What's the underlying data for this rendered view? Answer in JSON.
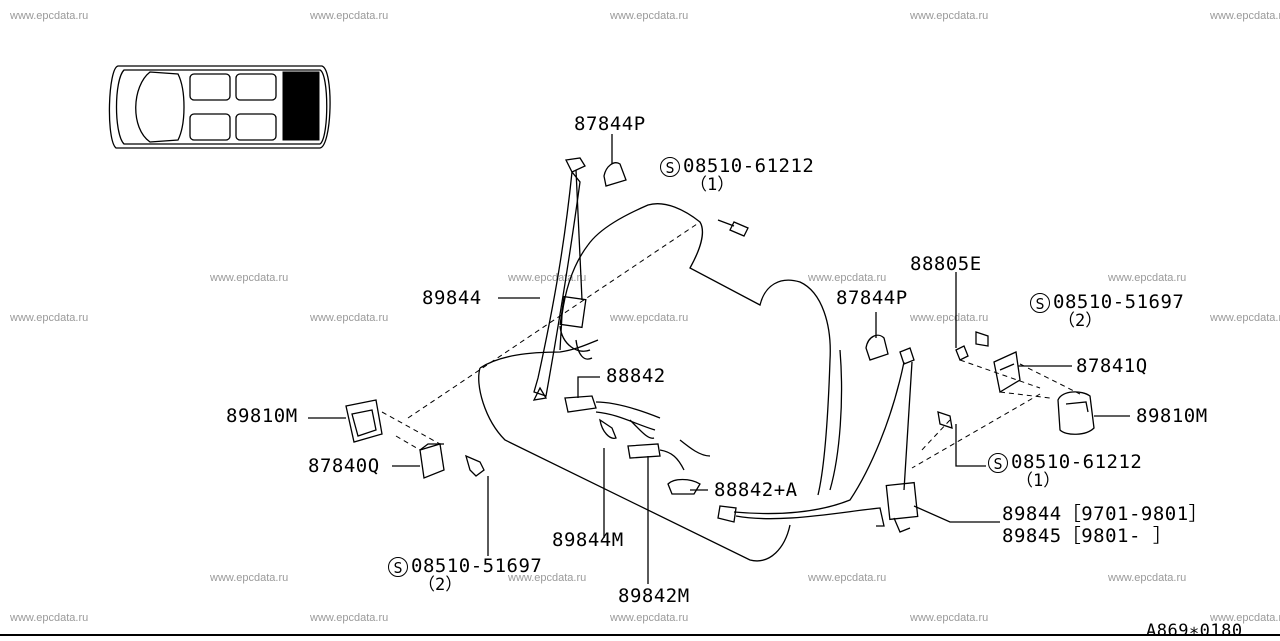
{
  "watermark": "www.epcdata.ru",
  "diagram_code": "A869∗0180",
  "labels": {
    "p87844P_top": "87844P",
    "screw_top_code": "08510-61212",
    "screw_top_qty": "（1）",
    "p89844": "89844",
    "p88805E": "88805E",
    "p87844P_right": "87844P",
    "screw_right_code": "08510-51697",
    "screw_right_qty": "（2）",
    "p87841Q": "87841Q",
    "p89810M_right": "89810M",
    "p88842": "88842",
    "p89810M_left": "89810M",
    "p87840Q": "87840Q",
    "screw_mid_code": "08510-61212",
    "screw_mid_qty": "（1）",
    "p88842A": "88842+A",
    "p89844_range": "89844［9701-9801］",
    "p89845_range": "89845［9801-      ］",
    "p89844M": "89844M",
    "p89842M": "89842M",
    "screw_bot_code": "08510-51697",
    "screw_bot_qty": "（2）",
    "s_symbol": "S"
  }
}
